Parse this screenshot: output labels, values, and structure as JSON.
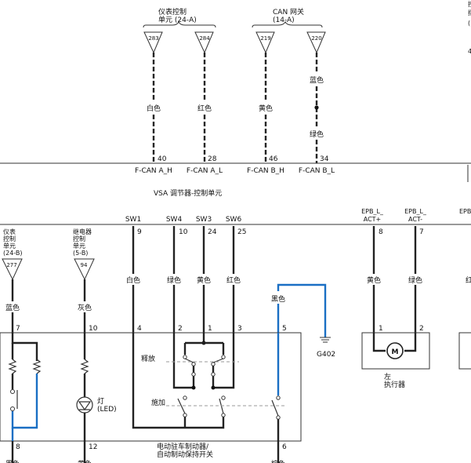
{
  "top": {
    "gauge_unit": {
      "line1": "仪表控制",
      "line2": "单元 (24-A)"
    },
    "can_gateway": {
      "line1": "CAN 网关",
      "line2": "(14-A)"
    },
    "pins": [
      {
        "num": "283",
        "color": "白色",
        "term": "40",
        "signal": "F-CAN A_H"
      },
      {
        "num": "284",
        "color": "红色",
        "term": "28",
        "signal": "F-CAN A_L"
      },
      {
        "num": "219",
        "color": "黄色",
        "term": "46",
        "signal": "F-CAN B_H"
      },
      {
        "num": "220",
        "color_top": "蓝色",
        "color": "绿色",
        "term": "34",
        "signal": "F-CAN B_L"
      }
    ]
  },
  "vsa_label": "VSA 调节器-控制单元",
  "sw": [
    {
      "name": "SW1",
      "term": "9",
      "color": "白色",
      "pin": "4"
    },
    {
      "name": "SW4",
      "term": "10",
      "color": "绿色",
      "pin": "2"
    },
    {
      "name": "SW3",
      "term": "24",
      "color": "黄色",
      "pin": "1"
    },
    {
      "name": "SW6",
      "term": "25",
      "color": "红色",
      "pin": "3"
    }
  ],
  "epb": [
    {
      "l1": "EPB_L_",
      "l2": "ACT+",
      "term": "8",
      "color": "黄色",
      "pin": "1"
    },
    {
      "l1": "EPB_L_",
      "l2": "ACT-",
      "term": "7",
      "color": "绿色",
      "pin": "2"
    },
    {
      "l1": "EPB",
      "color": "红"
    }
  ],
  "left_units": {
    "gauge": {
      "l1": "仪表",
      "l2": "控制",
      "l3": "单元",
      "l4": "(24-B)",
      "pin": "277",
      "color": "蓝色",
      "term": "7"
    },
    "relay": {
      "l1": "继电器",
      "l2": "控制",
      "l3": "单元",
      "l4": "(5-B)",
      "pin": "94",
      "color": "灰色",
      "term": "10"
    }
  },
  "black_wire": {
    "color": "黑色",
    "term": "5",
    "ground": "G402"
  },
  "switch_panel": {
    "release": "释放",
    "apply": "施加",
    "lamp_l1": "灯",
    "lamp_l2": "(LED)",
    "title_l1": "电动驻车制动器/",
    "title_l2": "自动制动保持开关",
    "bottom_terms": [
      "8",
      "12",
      "6"
    ],
    "bottom_colors": [
      "黑色",
      "黄色",
      "棕色"
    ]
  },
  "actuator": {
    "motor": "M",
    "l1": "左",
    "l2": "执行器"
  },
  "edge_letters": [
    "控",
    "指",
    "(",
    "4"
  ]
}
